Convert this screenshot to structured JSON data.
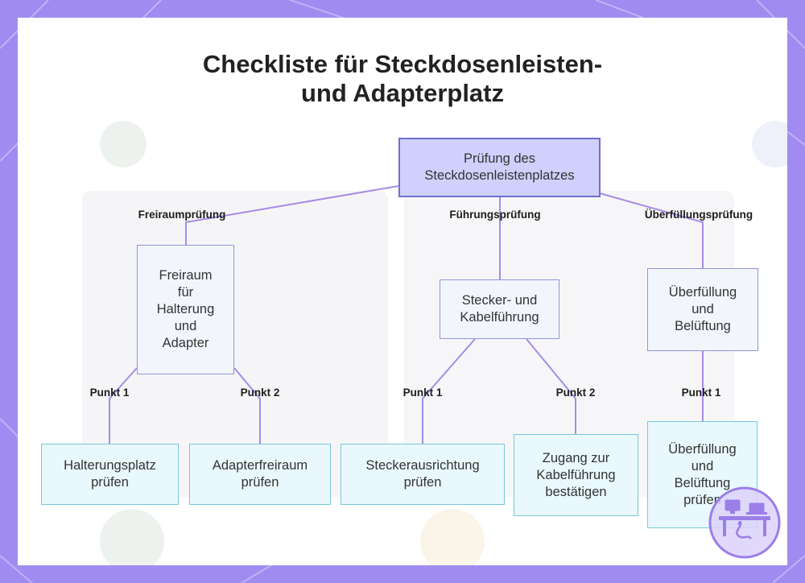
{
  "title": {
    "line1": "Checkliste für Steckdosenleisten-",
    "line2": "und Adapterplatz"
  },
  "colors": {
    "frame": "#a08cf0",
    "root_fill": "#cfd0fb",
    "root_border": "#6f6fcf",
    "mid_fill": "#f3f5fd",
    "mid_border": "#8f96dc",
    "leaf_fill": "#e9f8fc",
    "leaf_border": "#76c9d9",
    "connector": "#a78be6"
  },
  "diagram": {
    "root": {
      "lines": [
        "Prüfung des",
        "Steckdosenleistenplatzes"
      ]
    },
    "branches": [
      {
        "edge_label": "Freiraumprüfung",
        "node": {
          "lines": [
            "Freiraum",
            "für",
            "Halterung",
            "und",
            "Adapter"
          ]
        },
        "children": [
          {
            "edge_label": "Punkt 1",
            "lines": [
              "Halterungsplatz",
              "prüfen"
            ]
          },
          {
            "edge_label": "Punkt 2",
            "lines": [
              "Adapterfreiraum",
              "prüfen"
            ]
          }
        ]
      },
      {
        "edge_label": "Führungsprüfung",
        "node": {
          "lines": [
            "Stecker- und",
            "Kabelführung"
          ]
        },
        "children": [
          {
            "edge_label": "Punkt 1",
            "lines": [
              "Steckerausrichtung",
              "prüfen"
            ]
          },
          {
            "edge_label": "Punkt 2",
            "lines": [
              "Zugang zur",
              "Kabelführung",
              "bestätigen"
            ]
          }
        ]
      },
      {
        "edge_label": "Überfüllungsprüfung",
        "node": {
          "lines": [
            "Überfüllung",
            "und",
            "Belüftung"
          ]
        },
        "children": [
          {
            "edge_label": "Punkt 1",
            "lines": [
              "Überfüllung",
              "und",
              "Belüftung",
              "prüfen"
            ]
          }
        ]
      }
    ]
  },
  "icons": {
    "logo": "desk-workstation-logo-icon"
  }
}
